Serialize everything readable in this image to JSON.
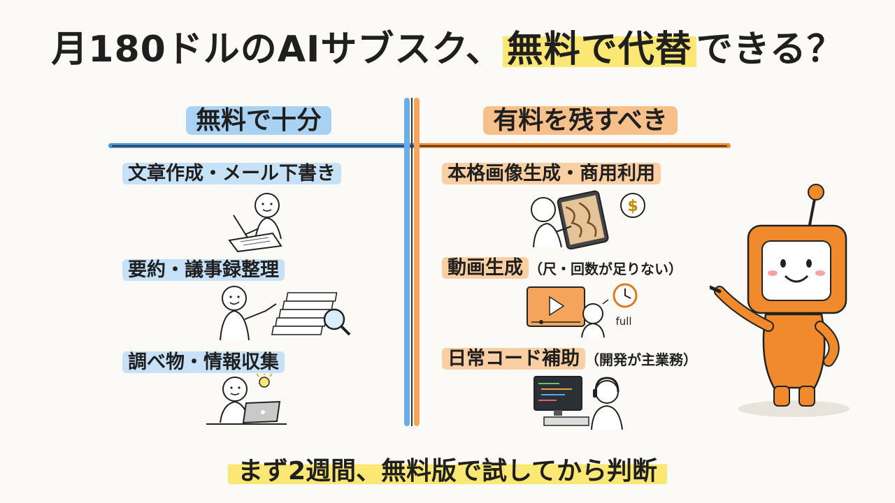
{
  "title": {
    "part1": "月180ドルのAIサブスク、",
    "highlight": "無料で代替",
    "part2": "できる？"
  },
  "columns": {
    "free": {
      "heading": "無料で十分",
      "items": [
        {
          "label": "文章作成・メール下書き"
        },
        {
          "label": "要約・議事録整理"
        },
        {
          "label": "調べ物・情報収集"
        }
      ]
    },
    "paid": {
      "heading": "有料を残すべき",
      "items": [
        {
          "label": "本格画像生成・商用利用",
          "note": ""
        },
        {
          "label": "動画生成",
          "note": "（尺・回数が足りない）"
        },
        {
          "label": "日常コード補助",
          "note": "（開発が主業務）"
        }
      ]
    }
  },
  "illustrations": {
    "video_badge": "full",
    "money_symbol": "$"
  },
  "footer": "まず2週間、無料版で試してから判断",
  "colors": {
    "blue": "#4a90d9",
    "orange": "#f08a2c",
    "highlight_yellow": "#fbe874",
    "robot": "#f08a2c"
  }
}
